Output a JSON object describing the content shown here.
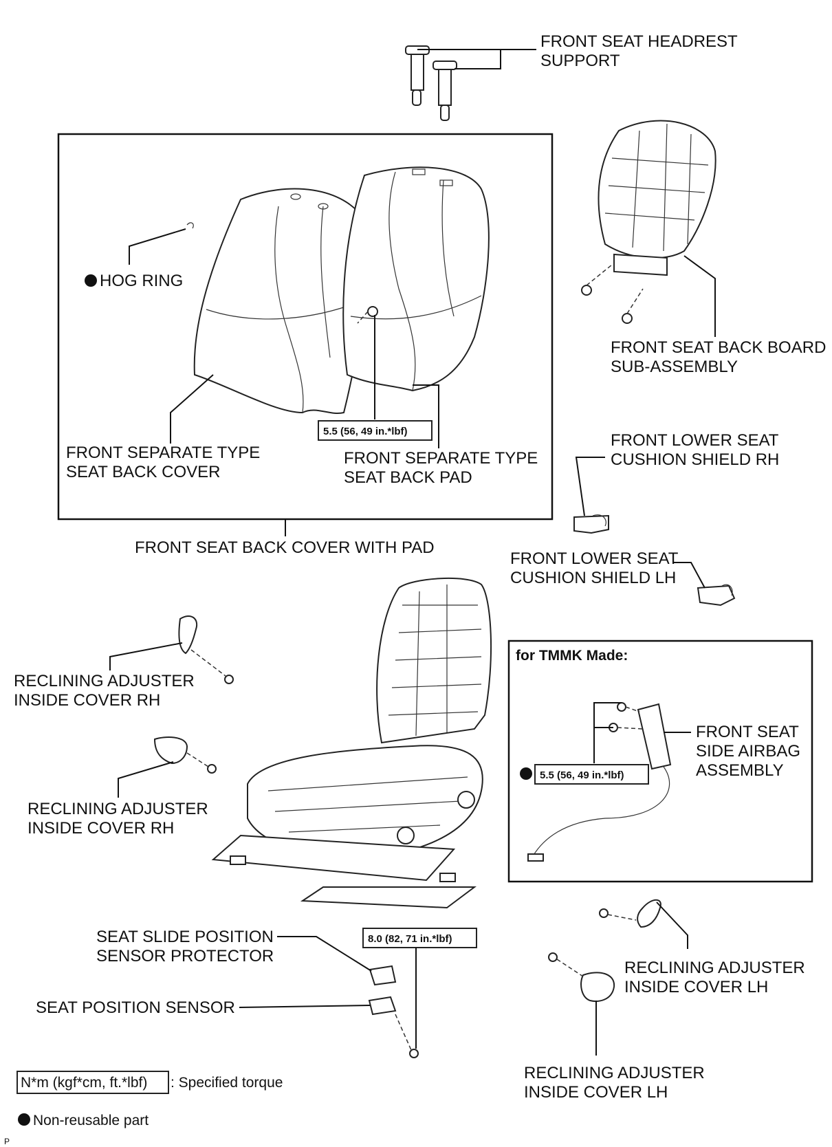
{
  "labels": {
    "headrest_support": [
      "FRONT SEAT HEADREST",
      "SUPPORT"
    ],
    "hog_ring": "HOG RING",
    "back_board": [
      "FRONT SEAT BACK BOARD",
      "SUB-ASSEMBLY"
    ],
    "back_cover": [
      "FRONT SEPARATE TYPE",
      "SEAT BACK COVER"
    ],
    "back_pad": [
      "FRONT SEPARATE TYPE",
      "SEAT BACK PAD"
    ],
    "cover_with_pad": "FRONT SEAT BACK COVER WITH PAD",
    "lower_shield_rh": [
      "FRONT LOWER SEAT",
      "CUSHION SHIELD RH"
    ],
    "lower_shield_lh": [
      "FRONT LOWER SEAT",
      "CUSHION SHIELD LH"
    ],
    "recl_rh_upper": [
      "RECLINING ADJUSTER",
      "INSIDE COVER RH"
    ],
    "recl_rh_lower": [
      "RECLINING ADJUSTER",
      "INSIDE COVER RH"
    ],
    "tmmk": "for TMMK Made:",
    "side_airbag": [
      "FRONT SEAT",
      "SIDE AIRBAG",
      "ASSEMBLY"
    ],
    "slide_protector": [
      "SEAT SLIDE POSITION",
      "SENSOR PROTECTOR"
    ],
    "position_sensor": "SEAT POSITION SENSOR",
    "recl_lh_right": [
      "RECLINING ADJUSTER",
      "INSIDE COVER LH"
    ],
    "recl_lh_bottom": [
      "RECLINING ADJUSTER",
      "INSIDE COVER LH"
    ]
  },
  "torques": {
    "back_pad": "5.5 (56, 49 in.*lbf)",
    "airbag": "5.5 (56, 49 in.*lbf)",
    "sensor": "8.0 (82, 71 in.*lbf)"
  },
  "legend": {
    "torque_box": "N*m (kgf*cm, ft.*lbf)",
    "torque_desc": ": Specified torque",
    "nonreusable": "Non-reusable part"
  },
  "footer_code": "P"
}
